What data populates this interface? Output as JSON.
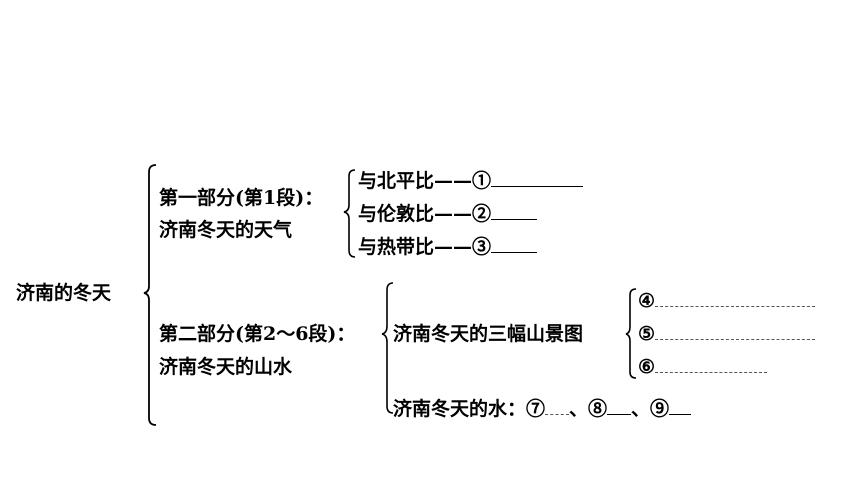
{
  "root": "济南的冬天",
  "part1": {
    "heading": "第一部分(第1段)：",
    "topic": "济南冬天的天气",
    "items": [
      {
        "text": "与北平比——①",
        "blank": ""
      },
      {
        "text": "与伦敦比——②",
        "blank": ""
      },
      {
        "text": "与热带比——③",
        "blank": ""
      }
    ]
  },
  "part2": {
    "heading": "第二部分(第2～6段)：",
    "topic": "济南冬天的山水",
    "mountain": {
      "label": "济南冬天的三幅山景图",
      "items": [
        {
          "text": "④",
          "blank": ""
        },
        {
          "text": "⑤",
          "blank": ""
        },
        {
          "text": "⑥",
          "blank": ""
        }
      ]
    },
    "water": {
      "label": "济南冬天的水：⑦",
      "sep1": "、⑧",
      "sep2": "、⑨"
    }
  }
}
